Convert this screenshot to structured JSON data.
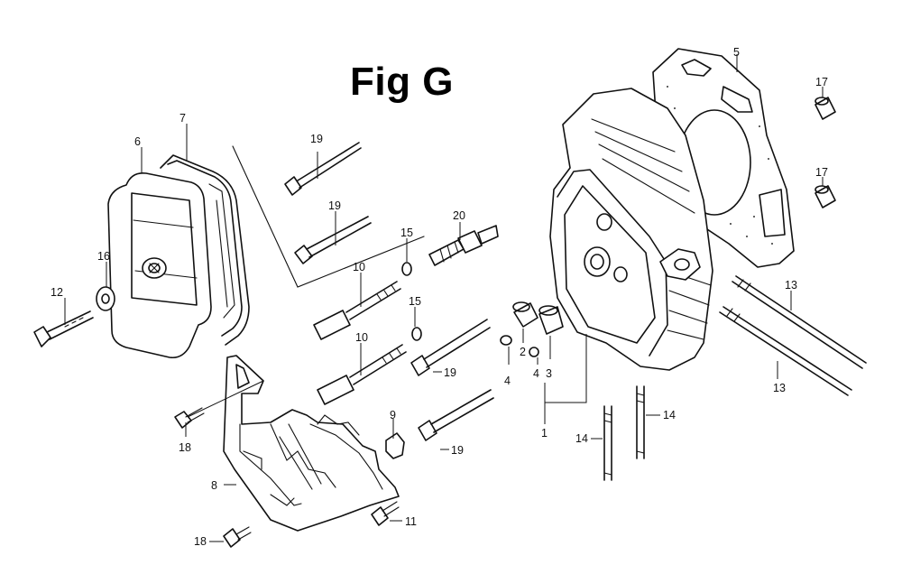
{
  "title": "Fig G",
  "callouts": [
    {
      "id": "c1",
      "text": "1"
    },
    {
      "id": "c2",
      "text": "2"
    },
    {
      "id": "c3",
      "text": "3"
    },
    {
      "id": "c4a",
      "text": "4"
    },
    {
      "id": "c4b",
      "text": "4"
    },
    {
      "id": "c5",
      "text": "5"
    },
    {
      "id": "c6",
      "text": "6"
    },
    {
      "id": "c7",
      "text": "7"
    },
    {
      "id": "c8",
      "text": "8"
    },
    {
      "id": "c9",
      "text": "9"
    },
    {
      "id": "c10a",
      "text": "10"
    },
    {
      "id": "c10b",
      "text": "10"
    },
    {
      "id": "c11",
      "text": "11"
    },
    {
      "id": "c12",
      "text": "12"
    },
    {
      "id": "c13a",
      "text": "13"
    },
    {
      "id": "c13b",
      "text": "13"
    },
    {
      "id": "c14a",
      "text": "14"
    },
    {
      "id": "c14b",
      "text": "14"
    },
    {
      "id": "c15a",
      "text": "15"
    },
    {
      "id": "c15b",
      "text": "15"
    },
    {
      "id": "c16",
      "text": "16"
    },
    {
      "id": "c17a",
      "text": "17"
    },
    {
      "id": "c17b",
      "text": "17"
    },
    {
      "id": "c18a",
      "text": "18"
    },
    {
      "id": "c18b",
      "text": "18"
    },
    {
      "id": "c19a",
      "text": "19"
    },
    {
      "id": "c19b",
      "text": "19"
    },
    {
      "id": "c19c",
      "text": "19"
    },
    {
      "id": "c19d",
      "text": "19"
    },
    {
      "id": "c20",
      "text": "20"
    }
  ]
}
